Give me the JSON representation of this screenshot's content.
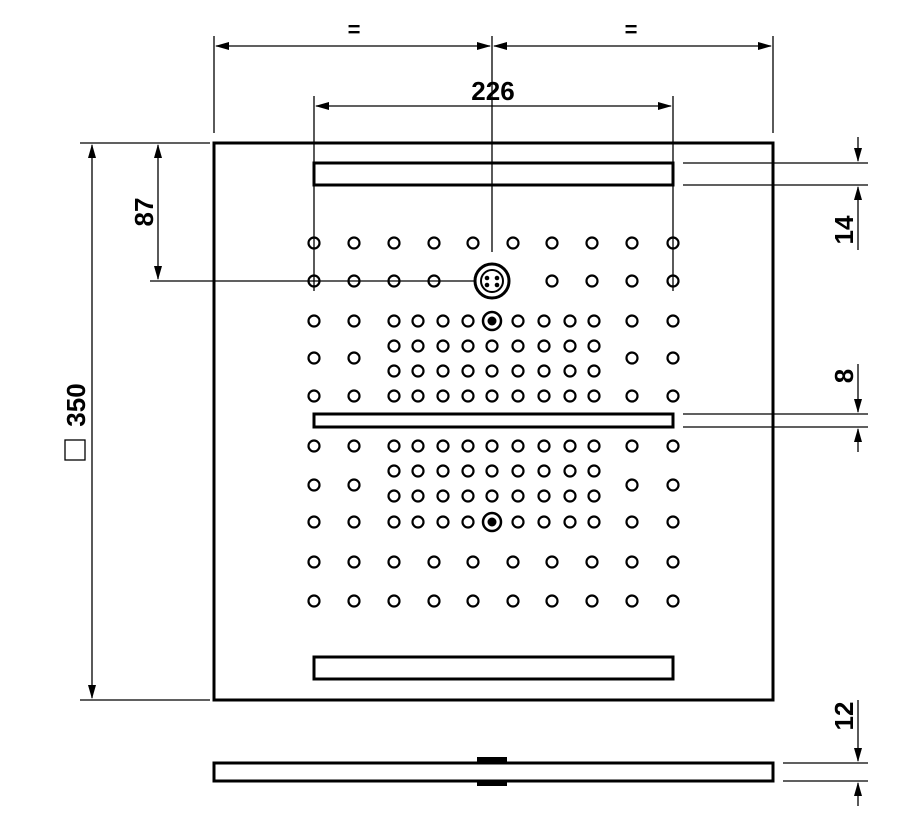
{
  "dimensions": {
    "equal_left": "=",
    "equal_right": "=",
    "span_226": "226",
    "offset_87": "87",
    "side_350": "350",
    "slot_14": "14",
    "slot_8": "8",
    "thickness_12": "12"
  }
}
